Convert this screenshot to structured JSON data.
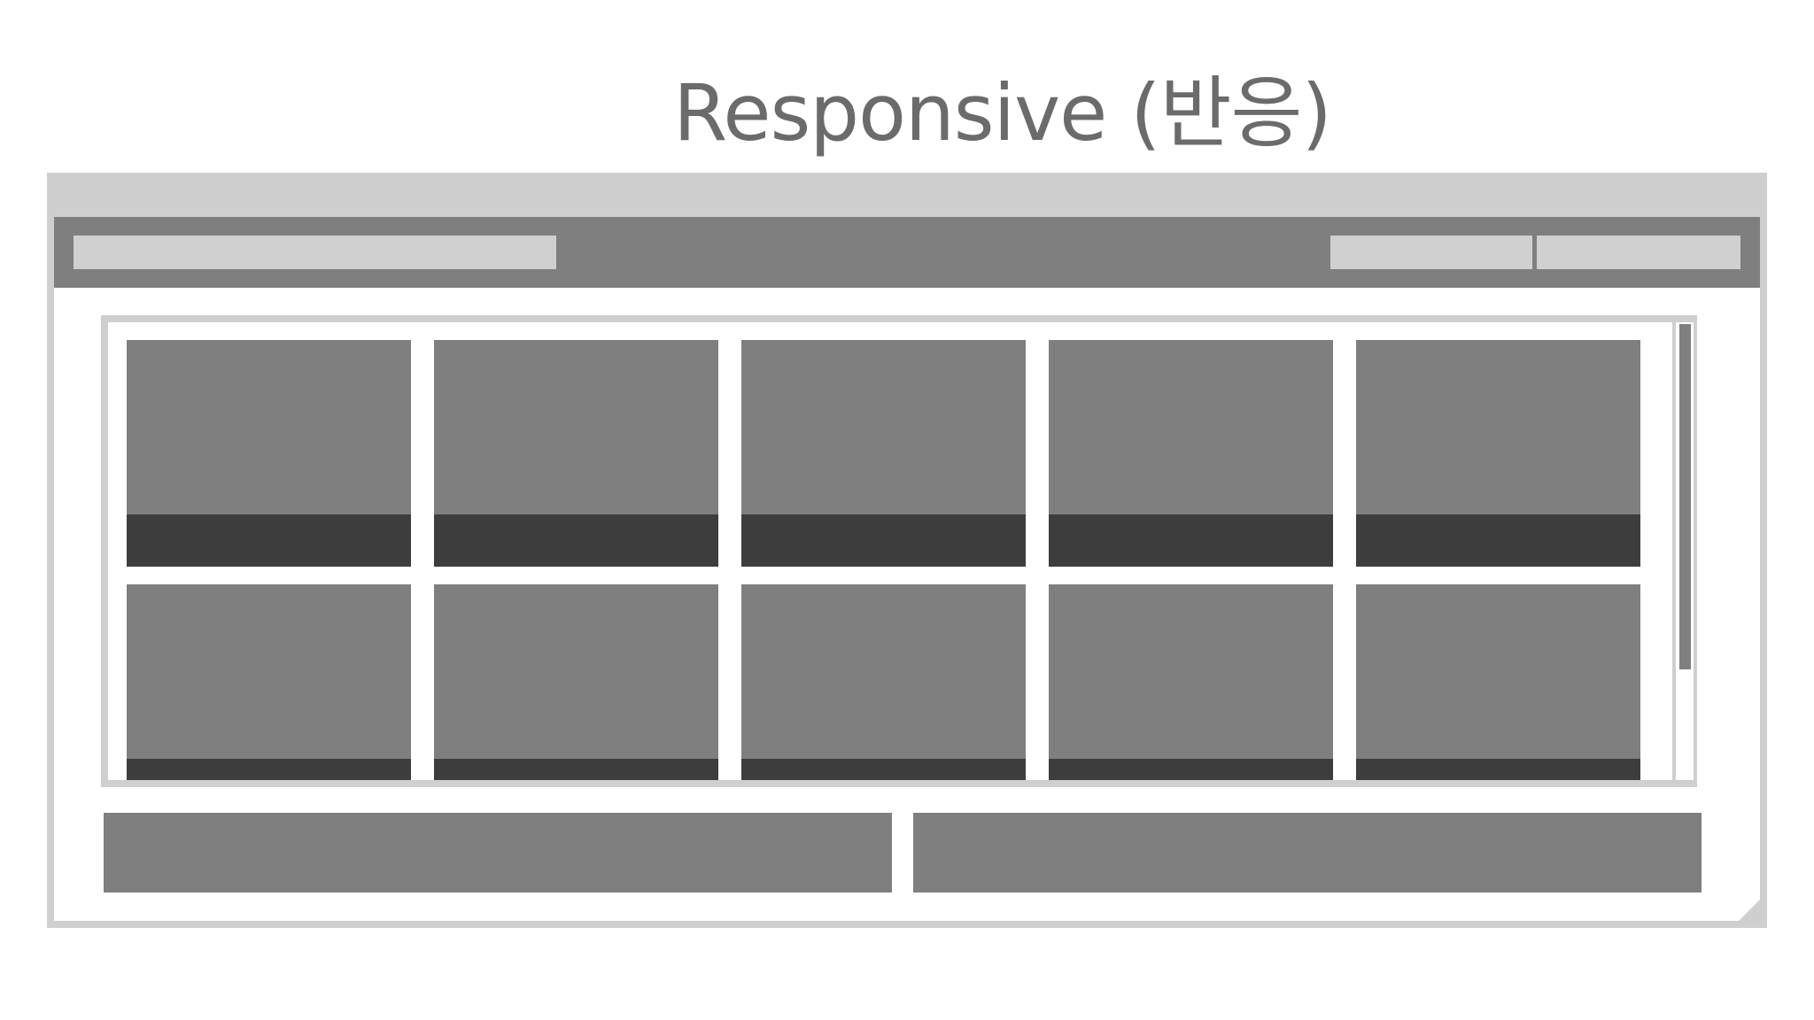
{
  "title": "Responsive (반응)",
  "colors": {
    "window_frame": "#cfcfcf",
    "toolbar": "#7f7f7f",
    "placeholder_light": "#d0d0d0",
    "tile_image": "#7f7f7f",
    "tile_caption": "#3d3d3d",
    "title_text": "#6b6b6b"
  },
  "gallery": {
    "columns": 5,
    "rows_visible": 2,
    "tile_count": 10
  }
}
